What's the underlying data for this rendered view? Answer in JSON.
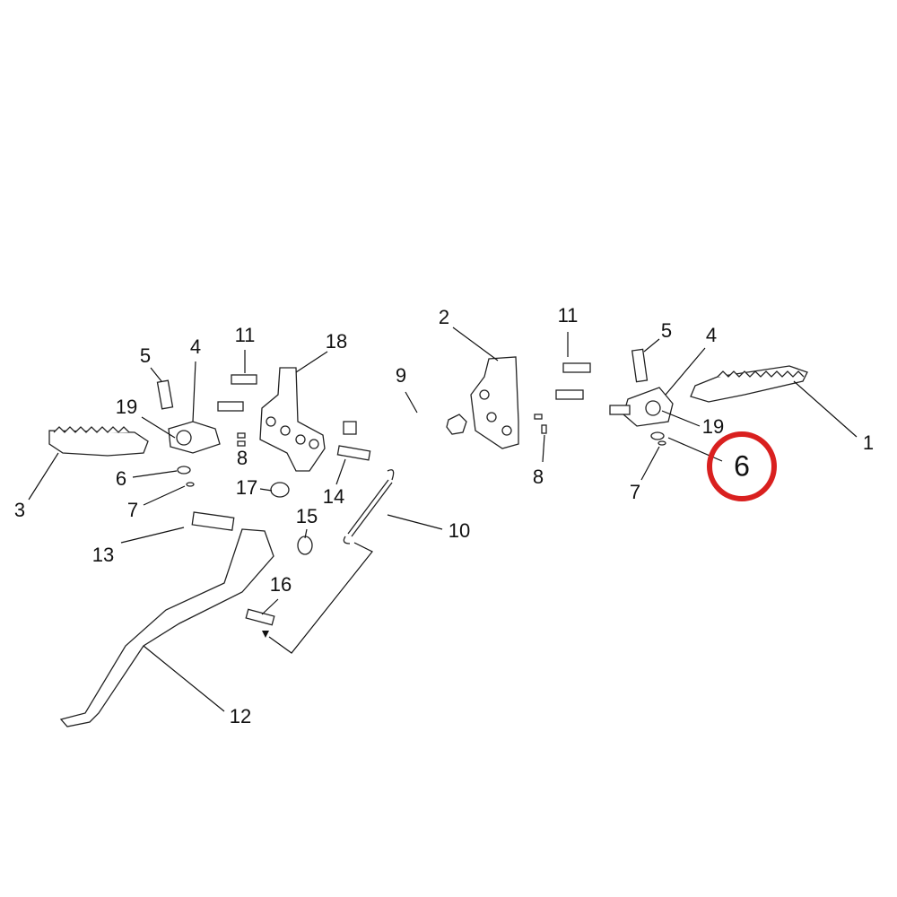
{
  "diagram": {
    "title": "",
    "callouts": [
      {
        "id": "c2",
        "text": "2"
      },
      {
        "id": "c11r",
        "text": "11"
      },
      {
        "id": "c5r",
        "text": "5"
      },
      {
        "id": "c4r",
        "text": "4"
      },
      {
        "id": "c1",
        "text": "1"
      },
      {
        "id": "c19r",
        "text": "19"
      },
      {
        "id": "c6r",
        "text": "6",
        "highlighted": true
      },
      {
        "id": "c7r",
        "text": "7"
      },
      {
        "id": "c8r",
        "text": "8"
      },
      {
        "id": "c9",
        "text": "9"
      },
      {
        "id": "c18",
        "text": "18"
      },
      {
        "id": "c11l",
        "text": "11"
      },
      {
        "id": "c5l",
        "text": "5"
      },
      {
        "id": "c4l",
        "text": "4"
      },
      {
        "id": "c19l",
        "text": "19"
      },
      {
        "id": "c3",
        "text": "3"
      },
      {
        "id": "c6l",
        "text": "6"
      },
      {
        "id": "c7l",
        "text": "7"
      },
      {
        "id": "c8l",
        "text": "8"
      },
      {
        "id": "c17",
        "text": "17"
      },
      {
        "id": "c14",
        "text": "14"
      },
      {
        "id": "c15",
        "text": "15"
      },
      {
        "id": "c10",
        "text": "10"
      },
      {
        "id": "c13",
        "text": "13"
      },
      {
        "id": "c16",
        "text": "16"
      },
      {
        "id": "c12",
        "text": "12"
      }
    ],
    "highlight_color": "#d9201f"
  }
}
